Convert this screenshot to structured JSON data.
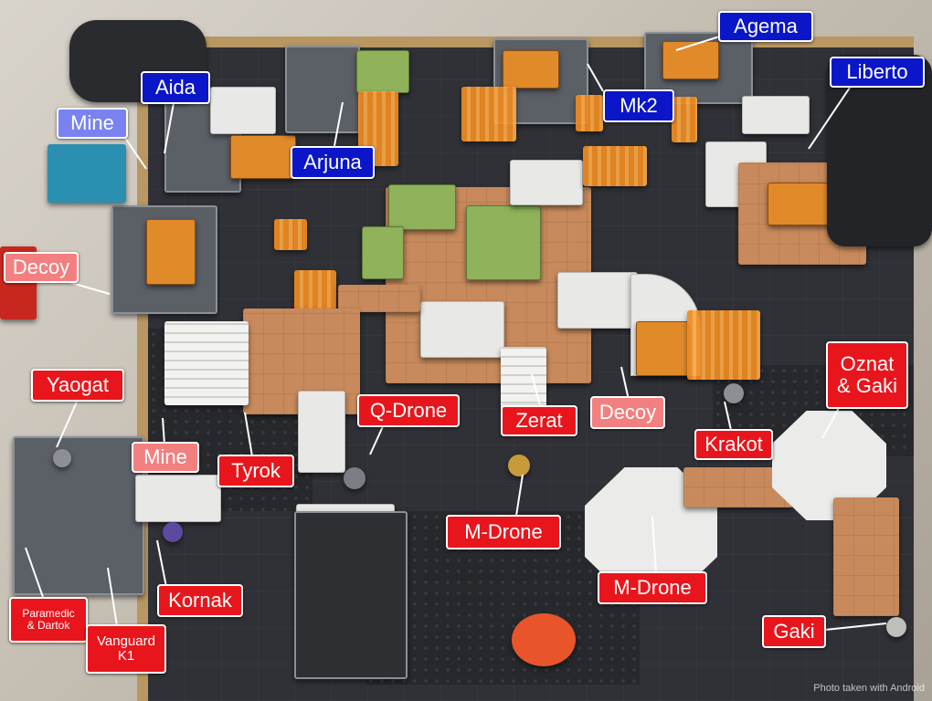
{
  "labels": {
    "agema": "Agema",
    "liberto": "Liberto",
    "mk2": "Mk2",
    "aida": "Aida",
    "mine_top": "Mine",
    "arjuna": "Arjuna",
    "decoy_left": "Decoy",
    "yaogat": "Yaogat",
    "mine_bottom": "Mine",
    "tyrok": "Tyrok",
    "q_drone": "Q-Drone",
    "zerat": "Zerat",
    "decoy_center": "Decoy",
    "krakot": "Krakot",
    "oznat_gaki": "Oznat\n& Gaki",
    "m_drone_1": "M-Drone",
    "m_drone_2": "M-Drone",
    "kornak": "Kornak",
    "paramedic_dartok": "Paramedic\n& Dartok",
    "vanguard_k1": "Vanguard\nK1",
    "gaki": "Gaki"
  },
  "watermark": "Photo taken with Android",
  "colors": {
    "dark_blue_label": "#0a16c8",
    "light_blue_label": "#7a82f0",
    "red_label": "#e8161c",
    "pink_label": "#f28080",
    "label_border": "#ffffff"
  }
}
